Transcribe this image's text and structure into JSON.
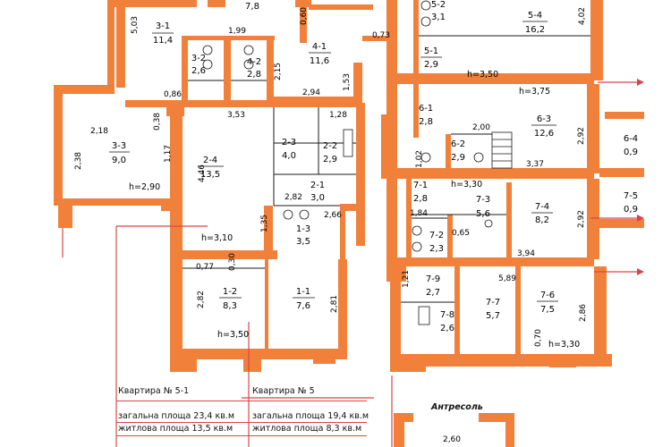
{
  "rooms": [
    {
      "id": "r-3-1",
      "number": "3-1",
      "area": "11,4"
    },
    {
      "id": "r-3-2",
      "number": "3-2",
      "area": "2,6"
    },
    {
      "id": "r-3-3",
      "number": "3-3",
      "area": "9,0"
    },
    {
      "id": "r-4-1",
      "number": "4-1",
      "area": "11,6"
    },
    {
      "id": "r-4-2",
      "number": "4-2",
      "area": "2,8"
    },
    {
      "id": "r-5-1",
      "number": "5-1",
      "area": "2,9"
    },
    {
      "id": "r-5-2",
      "number": "5-2",
      "area": "3,1"
    },
    {
      "id": "r-5-4",
      "number": "5-4",
      "area": "16,2"
    },
    {
      "id": "r-2-2",
      "number": "2-2",
      "area": "2,9"
    },
    {
      "id": "r-2-3",
      "number": "2-3",
      "area": "4,0"
    },
    {
      "id": "r-2-4",
      "number": "2-4",
      "area": "13,5"
    },
    {
      "id": "r-2-1",
      "number": "2-1",
      "area": "3,0"
    },
    {
      "id": "r-1-3",
      "number": "1-3",
      "area": "3,5"
    },
    {
      "id": "r-1-2",
      "number": "1-2",
      "area": "8,3"
    },
    {
      "id": "r-1-1",
      "number": "1-1",
      "area": "7,6"
    },
    {
      "id": "r-6-1",
      "number": "6-1",
      "area": "2,8"
    },
    {
      "id": "r-6-2",
      "number": "6-2",
      "area": "2,9"
    },
    {
      "id": "r-6-3",
      "number": "6-3",
      "area": "12,6"
    },
    {
      "id": "r-6-4",
      "number": "6-4",
      "area": "0,9"
    },
    {
      "id": "r-7-1",
      "number": "7-1",
      "area": "2,8"
    },
    {
      "id": "r-7-2",
      "number": "7-2",
      "area": "2,3"
    },
    {
      "id": "r-7-3",
      "number": "7-3",
      "area": "5,6"
    },
    {
      "id": "r-7-4",
      "number": "7-4",
      "area": "8,2"
    },
    {
      "id": "r-7-5",
      "number": "7-5",
      "area": "0,9"
    },
    {
      "id": "r-7-6",
      "number": "7-6",
      "area": "7,5"
    },
    {
      "id": "r-7-7",
      "number": "7-7",
      "area": "5,7"
    },
    {
      "id": "r-7-8",
      "number": "7-8",
      "area": "2,6"
    },
    {
      "id": "r-7-9",
      "number": "7-9",
      "area": "2,7"
    }
  ],
  "partial_area_top": "7,8",
  "dimensions": {
    "d_5_03": "5,03",
    "d_1_99": "1,99",
    "d_0_60": "0,60",
    "d_0_73": "0,73",
    "d_0_86": "0,86",
    "d_0_38": "0,38",
    "d_2_18": "2,18",
    "d_1_17": "1,17",
    "d_2_38": "2,38",
    "d_2_15": "2,15",
    "d_2_94": "2,94",
    "d_1_53": "1,53",
    "d_4_02": "4,02",
    "d_3_53": "3,53",
    "d_1_28": "1,28",
    "d_4_46": "4,46",
    "d_2_82a": "2,82",
    "d_1_35": "1,35",
    "d_2_66": "2,66",
    "d_0_77": "0,77",
    "d_0_30": "0,30",
    "d_2_82b": "2,82",
    "d_2_81": "2,81",
    "d_2_00": "2,00",
    "d_1_02": "1,02",
    "d_3_37": "3,37",
    "d_2_92a": "2,92",
    "d_1_84": "1,84",
    "d_0_65": "0,65",
    "d_2_92b": "2,92",
    "d_3_94": "3,94",
    "d_1_21": "1,21",
    "d_5_89": "5,89",
    "d_0_70": "0,70",
    "d_2_86": "2,86",
    "d_2_60": "2,60"
  },
  "heights": {
    "h_3_50_top": "h=3,50",
    "h_3_75": "h=3,75",
    "h_3_30_mid": "h=3,30",
    "h_2_90": "h=2,90",
    "h_3_10": "h=3,10",
    "h_3_50_bottom": "h=3,50",
    "h_3_30_bottom": "h=3,30"
  },
  "legend": {
    "apt_5_1": {
      "title": "Квартира № 5-1",
      "total": "загальна площа 23,4 кв.м",
      "living": "житлова площа 13,5 кв.м"
    },
    "apt_5": {
      "title": "Квартира № 5",
      "total": "загальна площа 19,4 кв.м",
      "living": "житлова площа 8,3 кв.м"
    },
    "mezzanine": "Антресоль"
  },
  "colors": {
    "wall": "#f0803a",
    "wall_dark": "#e8702c",
    "line": "#1a1a1a",
    "red_line": "#d8464a",
    "background": "#ffffff"
  }
}
